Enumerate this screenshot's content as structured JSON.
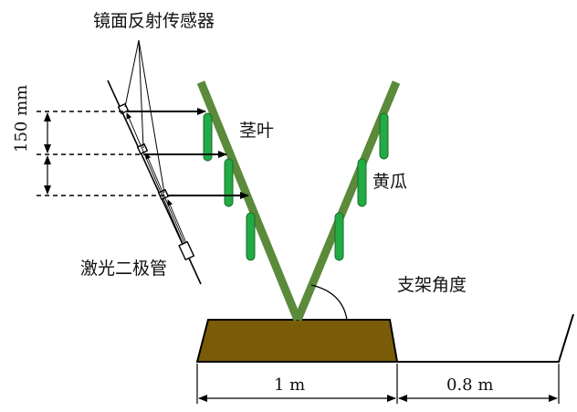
{
  "labels": {
    "mirror_sensor": "镜面反射传感器",
    "stem_leaf": "茎叶",
    "cucumber": "黄瓜",
    "laser_diode": "激光二极管",
    "support_angle": "支架角度",
    "spacing": "150 mm",
    "base_width": "1 m",
    "gap_width": "0.8 m"
  },
  "colors": {
    "stem": "#5a8a3a",
    "cucumber": "#22aa44",
    "bed": "#7a5c08",
    "line": "#000000"
  }
}
